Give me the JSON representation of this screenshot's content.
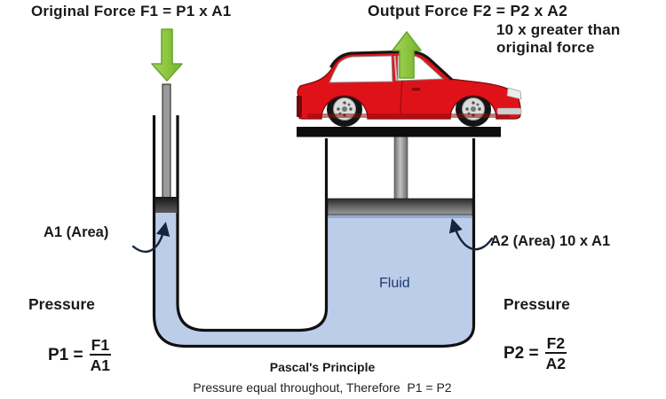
{
  "diagram": {
    "top": {
      "force_left": "Original Force F1 = P1 x A1",
      "force_right": "Output Force F2 = P2 x A2",
      "force_right_note1": "10 x greater than",
      "force_right_note2": "original force"
    },
    "annotations": {
      "area_left": "A1 (Area)",
      "area_right": "A2 (Area) 10 x A1",
      "fluid": "Fluid"
    },
    "left_formula": {
      "pressure_label": "Pressure",
      "lhs": "P1 =",
      "numerator": "F1",
      "denominator": "A1"
    },
    "right_formula": {
      "pressure_label": "Pressure",
      "lhs": "P2 =",
      "numerator": "F2",
      "denominator": "A2"
    },
    "caption": {
      "title": "Pascal's Principle",
      "subtitle": "Pressure equal throughout, Therefore  P1 = P2"
    },
    "colors": {
      "fluid": "#bccdea",
      "fluid_text": "#1e3a6e",
      "arrow_green": "#8cc63e",
      "arrow_green_dark": "#69a530",
      "car_red": "#e01219",
      "platform_black": "#0d0d0d",
      "outline_black": "#101010",
      "annotation_arrow": "#16233f"
    }
  }
}
